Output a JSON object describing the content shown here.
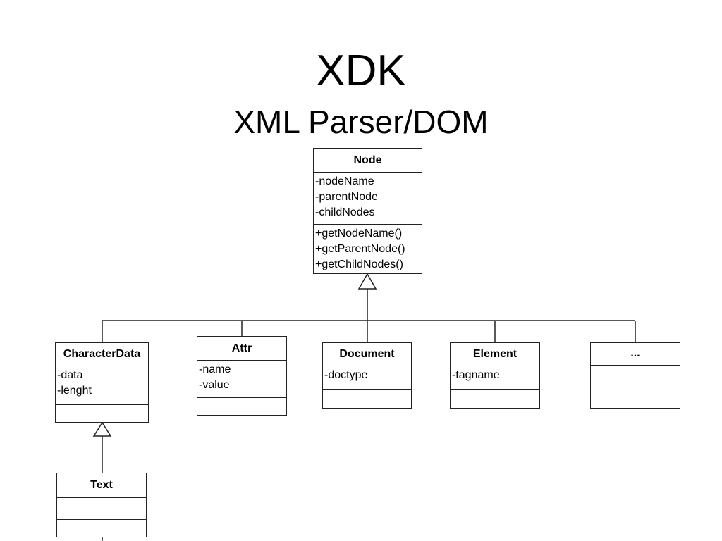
{
  "title": "XDK",
  "subtitle": "XML Parser/DOM",
  "classes": {
    "node": {
      "name": "Node",
      "attributes": [
        "-nodeName",
        "-parentNode",
        "-childNodes"
      ],
      "methods": [
        "+getNodeName()",
        "+getParentNode()",
        "+getChildNodes()"
      ]
    },
    "characterdata": {
      "name": "CharacterData",
      "attributes": [
        "-data",
        "-lenght"
      ],
      "methods": []
    },
    "attr": {
      "name": "Attr",
      "attributes": [
        "-name",
        "-value"
      ],
      "methods": []
    },
    "document": {
      "name": "Document",
      "attributes": [
        "-doctype"
      ],
      "methods": []
    },
    "element": {
      "name": "Element",
      "attributes": [
        "-tagname"
      ],
      "methods": []
    },
    "more": {
      "name": "...",
      "attributes": [],
      "methods": []
    },
    "text": {
      "name": "Text",
      "attributes": [],
      "methods": []
    }
  }
}
